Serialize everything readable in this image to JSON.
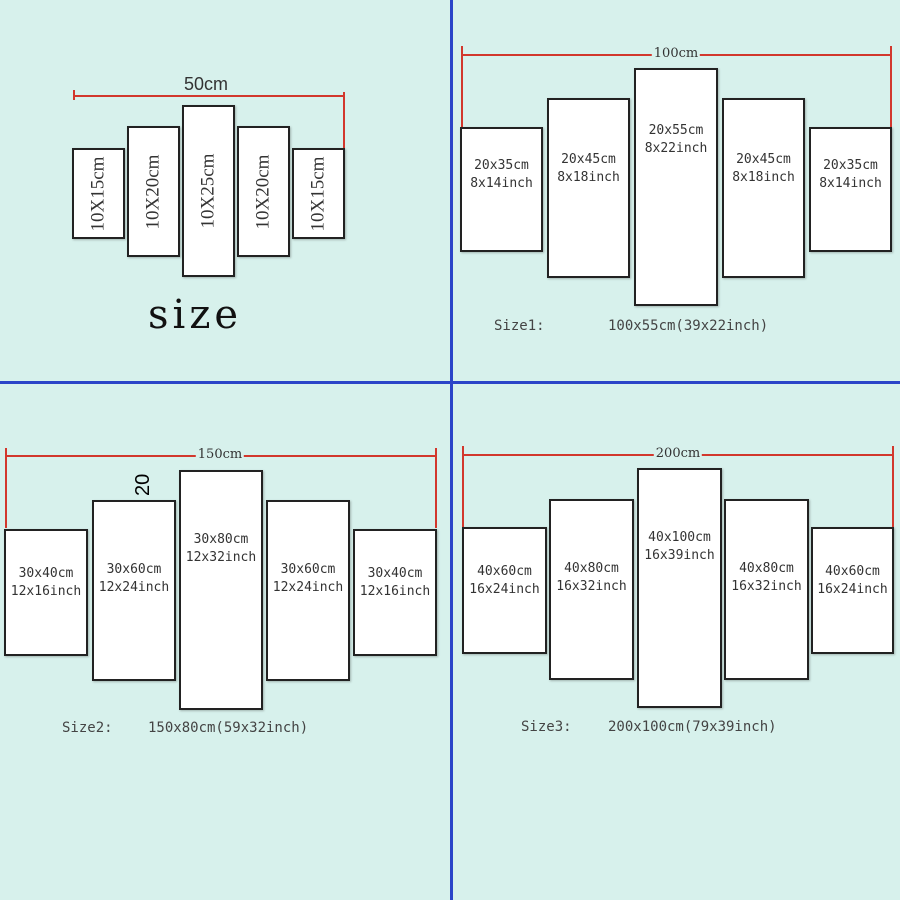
{
  "colors": {
    "background": "#d7f1ec",
    "divider": "#2b45c8",
    "dimension_line": "#d2382d"
  },
  "q1": {
    "width_label": "50cm",
    "size_word": "size",
    "panels": [
      "10X15cm",
      "10X20cm",
      "10X25cm",
      "10X20cm",
      "10X15cm"
    ]
  },
  "q2": {
    "width_label": "100cm",
    "panels": [
      {
        "cm": "20x35cm",
        "inch": "8x14inch"
      },
      {
        "cm": "20x45cm",
        "inch": "8x18inch"
      },
      {
        "cm": "20x55cm",
        "inch": "8x22inch"
      },
      {
        "cm": "20x45cm",
        "inch": "8x18inch"
      },
      {
        "cm": "20x35cm",
        "inch": "8x14inch"
      }
    ],
    "caption_label": "Size1:",
    "caption_value": "100x55cm(39x22inch)"
  },
  "q3": {
    "width_label": "150cm",
    "extra_label": "20",
    "panels": [
      {
        "cm": "30x40cm",
        "inch": "12x16inch"
      },
      {
        "cm": "30x60cm",
        "inch": "12x24inch"
      },
      {
        "cm": "30x80cm",
        "inch": "12x32inch"
      },
      {
        "cm": "30x60cm",
        "inch": "12x24inch"
      },
      {
        "cm": "30x40cm",
        "inch": "12x16inch"
      }
    ],
    "caption_label": "Size2:",
    "caption_value": "150x80cm(59x32inch)"
  },
  "q4": {
    "width_label": "200cm",
    "panels": [
      {
        "cm": "40x60cm",
        "inch": "16x24inch"
      },
      {
        "cm": "40x80cm",
        "inch": "16x32inch"
      },
      {
        "cm": "40x100cm",
        "inch": "16x39inch"
      },
      {
        "cm": "40x80cm",
        "inch": "16x32inch"
      },
      {
        "cm": "40x60cm",
        "inch": "16x24inch"
      }
    ],
    "caption_label": "Size3:",
    "caption_value": "200x100cm(79x39inch)"
  }
}
